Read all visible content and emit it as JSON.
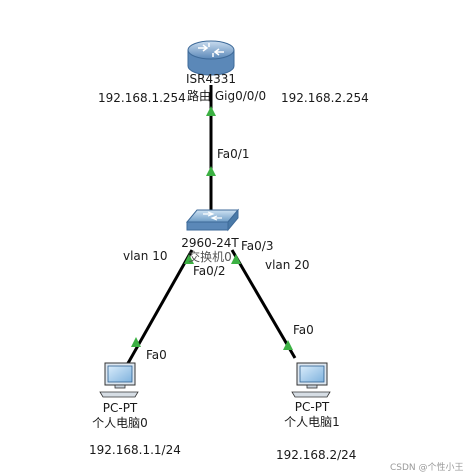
{
  "devices": {
    "router": {
      "model": "ISR4331",
      "name": "路由",
      "interface": "Gig0/0/0",
      "left_ip": "192.168.1.254",
      "right_ip": "192.168.2.254"
    },
    "switch": {
      "model": "2960-24T",
      "name": "交换机0"
    },
    "pc0": {
      "model": "PC-PT",
      "name": "个人电脑0",
      "ip": "192.168.1.1/24"
    },
    "pc1": {
      "model": "PC-PT",
      "name": "个人电脑1",
      "ip": "192.168.2/24"
    }
  },
  "ports": {
    "switch_uplink": "Fa0/1",
    "switch_port2": "Fa0/2",
    "switch_port3": "Fa0/3",
    "pc0_port": "Fa0",
    "pc1_port": "Fa0"
  },
  "vlans": {
    "left": "vlan 10",
    "right": "vlan 20"
  },
  "colors": {
    "link": "#000000",
    "link_up": "#3cb043",
    "device_blue": "#4a7fb5",
    "device_light": "#b9d3ec"
  },
  "watermark": "CSDN @个性小王"
}
